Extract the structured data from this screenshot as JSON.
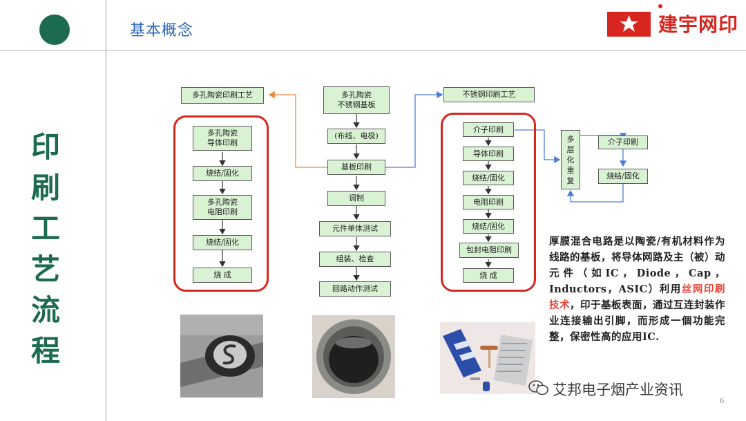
{
  "header": {
    "title": "基本概念",
    "logo_text": "建宇网印"
  },
  "sidebar": {
    "vertical_title": [
      "印",
      "刷",
      "工",
      "艺",
      "流",
      "程"
    ]
  },
  "flow": {
    "left": {
      "head": "多孔陶瓷印刷工艺",
      "steps": [
        "多孔陶瓷\n导体印刷",
        "烧结/固化",
        "多孔陶瓷\n电阻印刷",
        "烧结/固化",
        "烧 成"
      ]
    },
    "center": {
      "head": "多孔陶瓷\n不锈钢基板",
      "steps": [
        "(布线、电极)",
        "基板印刷",
        "调制",
        "元件单体测试",
        "组装、检查",
        "回路动作测试"
      ]
    },
    "right": {
      "head": "不锈钢印刷工艺",
      "steps": [
        "介子印刷",
        "导体印刷",
        "烧结/固化",
        "电阻印刷",
        "烧结/固化",
        "包封电阻印刷",
        "烧 成"
      ]
    },
    "side": {
      "loop": "多\n层\n化\n重\n复",
      "steps": [
        "介子印刷",
        "烧结/固化"
      ]
    }
  },
  "paragraph": {
    "before": "厚膜混合电路是以陶瓷/有机材料作为线路的基板，将导体网路及主（被）动元件（如IC，Diode，Cap，Inductors，ASIC）利用",
    "highlight": "丝网印刷技术",
    "after": "，印于基板表面，通过互连封装作业连接输出引脚，而形成一個功能完整，保密性高的应用IC."
  },
  "watermark": "艾邦电子烟产业资讯",
  "page_number": "6",
  "colors": {
    "accent_green": "#1d6b4f",
    "title_blue": "#2f67b2",
    "frame_red": "#d9261c",
    "box_green": "#d9f2d3",
    "arrow_orange": "#f0883a",
    "arrow_blue": "#4a7fd6"
  }
}
